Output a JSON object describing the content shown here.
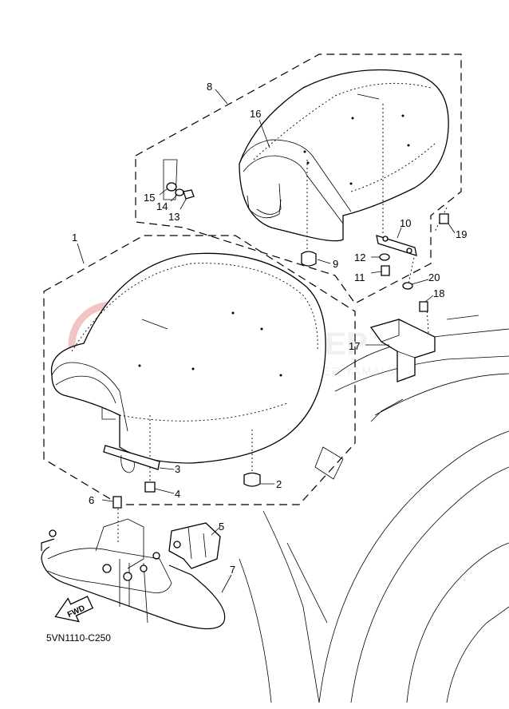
{
  "diagram_code": "5VN1110-C250",
  "fwd_label": "FWD",
  "watermark": {
    "title": "YAMA-SKLEP",
    "subtitle": "WOJCIECHOWICZ - DEALER YAMAHA",
    "color": "#f2c4c4"
  },
  "callouts": [
    {
      "id": "1",
      "label": "1"
    },
    {
      "id": "2",
      "label": "2"
    },
    {
      "id": "3",
      "label": "3"
    },
    {
      "id": "4",
      "label": "4"
    },
    {
      "id": "5",
      "label": "5"
    },
    {
      "id": "6",
      "label": "6"
    },
    {
      "id": "7",
      "label": "7"
    },
    {
      "id": "8",
      "label": "8"
    },
    {
      "id": "9",
      "label": "9"
    },
    {
      "id": "10",
      "label": "10"
    },
    {
      "id": "11",
      "label": "11"
    },
    {
      "id": "12",
      "label": "12"
    },
    {
      "id": "13",
      "label": "13"
    },
    {
      "id": "14",
      "label": "14"
    },
    {
      "id": "15",
      "label": "15"
    },
    {
      "id": "16",
      "label": "16"
    },
    {
      "id": "17",
      "label": "17"
    },
    {
      "id": "18",
      "label": "18"
    },
    {
      "id": "19",
      "label": "19"
    },
    {
      "id": "20",
      "label": "20"
    }
  ]
}
